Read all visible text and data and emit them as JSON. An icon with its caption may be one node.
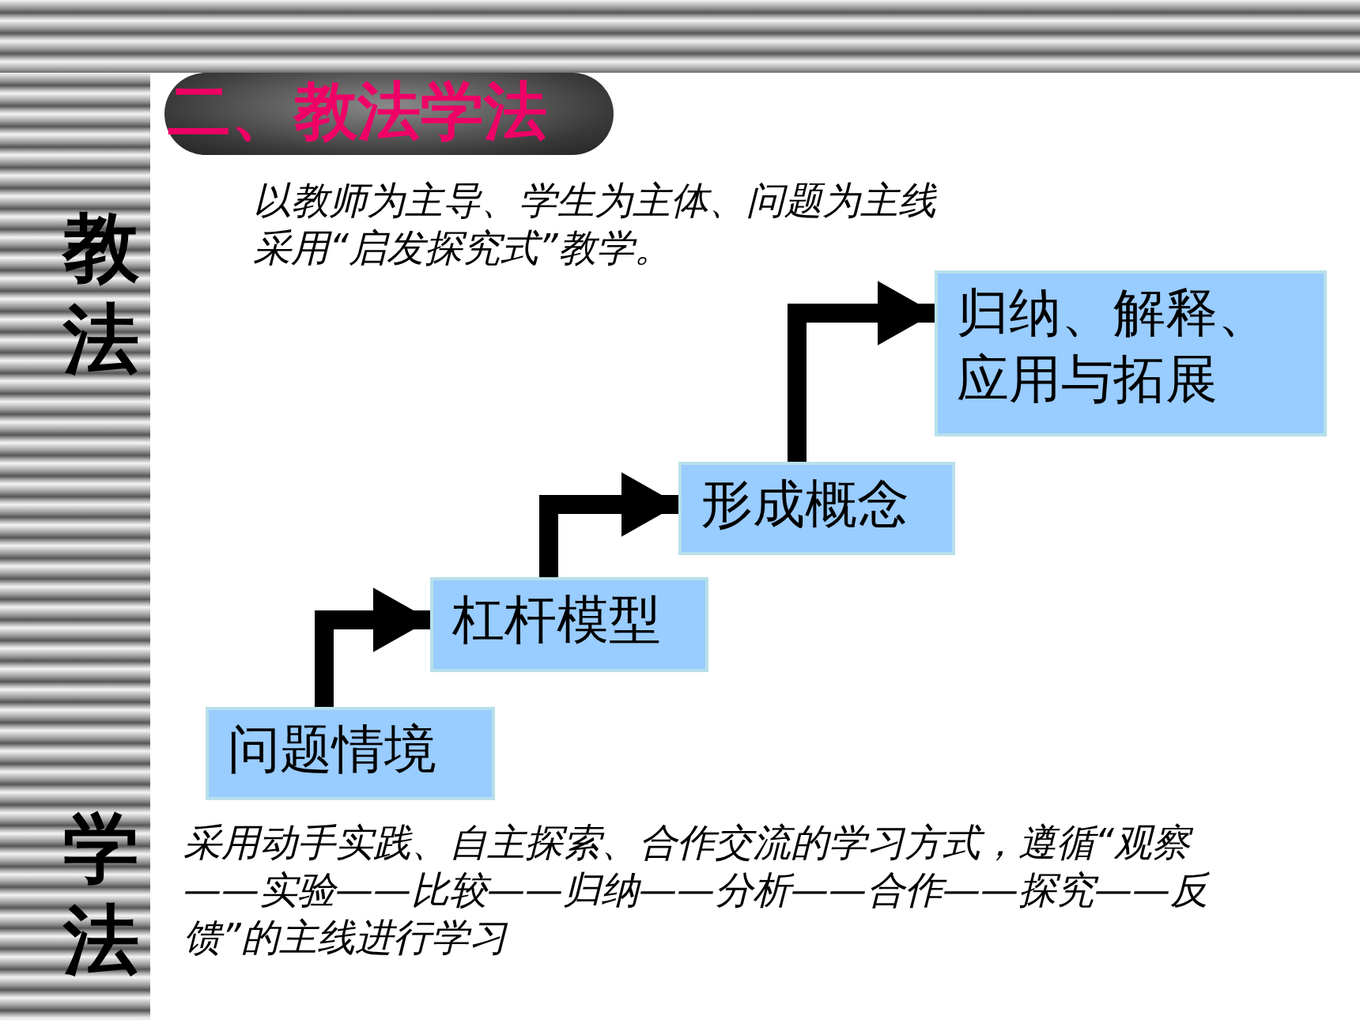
{
  "diagram": {
    "title": "二、教法学法",
    "nodes": [
      {
        "text": [
          "问题情境"
        ]
      },
      {
        "text": [
          "杠杆模型"
        ]
      },
      {
        "text": [
          "形成概念"
        ]
      },
      {
        "text": [
          "归纳、解释、应用与拓展"
        ]
      }
    ],
    "edges": [
      {
        "from": 0,
        "to": 1,
        "arrow": "to"
      },
      {
        "from": 1,
        "to": 2,
        "arrow": "to"
      },
      {
        "from": 2,
        "to": 3,
        "arrow": "to"
      }
    ],
    "labels": [
      "教法",
      "以教师为主导、学生为主体、问题为主线",
      "采用“启发探究式”教学。",
      "学法",
      "采用动手实践、自主探索、合作交流的学习方式，遵循“观察——实验——比较——归纳——分析——合作——探究——反馈”的主线进行学习"
    ]
  }
}
